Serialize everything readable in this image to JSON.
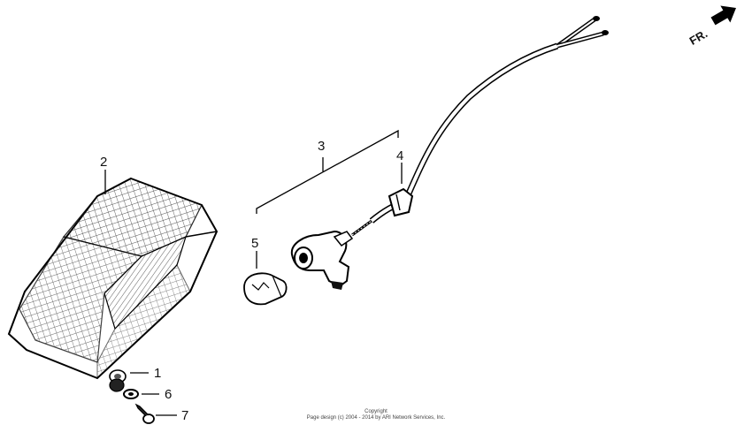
{
  "callouts": {
    "c1": "1",
    "c2": "2",
    "c3": "3",
    "c4": "4",
    "c5": "5",
    "c6": "6",
    "c7": "7"
  },
  "direction_arrow": {
    "label": "FR."
  },
  "footer": {
    "line1": "Copyright",
    "line2": "Page design (c) 2004 - 2014 by ARI Network Services, Inc."
  }
}
